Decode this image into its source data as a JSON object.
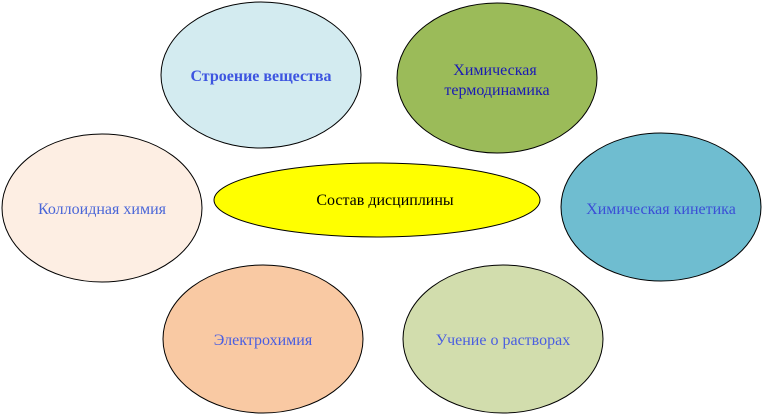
{
  "diagram": {
    "center": {
      "label": "Состав дисциплины",
      "fill": "#ffff00",
      "text_color": "#000000"
    },
    "nodes": [
      {
        "id": "structure",
        "lines": [
          "Строение вещества"
        ],
        "fill": "#d3ebf0",
        "text_color": "#3d55e0",
        "bold": true
      },
      {
        "id": "thermo",
        "lines": [
          "Химическая",
          "термодинамика"
        ],
        "fill": "#9bbb59",
        "text_color": "#1a1ab4",
        "bold": false
      },
      {
        "id": "colloid",
        "lines": [
          "Коллоидная химия"
        ],
        "fill": "#fdeee3",
        "text_color": "#4a66d8",
        "bold": false
      },
      {
        "id": "kinetics",
        "lines": [
          "Химическая кинетика"
        ],
        "fill": "#6fbdd0",
        "text_color": "#3b4fd6",
        "bold": false
      },
      {
        "id": "electro",
        "lines": [
          "Электрохимия"
        ],
        "fill": "#f9c9a3",
        "text_color": "#4a5ee0",
        "bold": false
      },
      {
        "id": "solutions",
        "lines": [
          "Учение о растворах"
        ],
        "fill": "#d2ddad",
        "text_color": "#4a5ee0",
        "bold": false
      }
    ]
  }
}
